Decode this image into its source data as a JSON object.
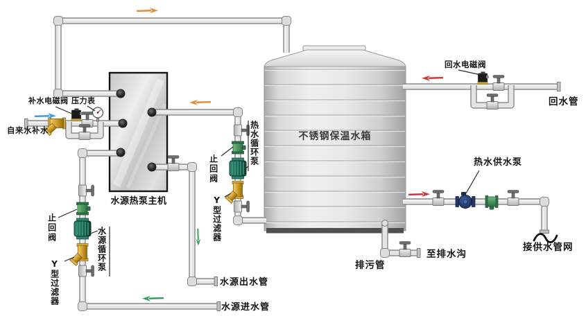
{
  "diagram": {
    "equipment": {
      "heat_pump_label": "水源热泵主机",
      "tank_label": "不锈钢保温水箱"
    },
    "labels": {
      "makeup_solenoid": "补水电磁阀",
      "pressure_gauge": "压力表",
      "tap_water": "自来水补水",
      "check_valve_left": "止回阀",
      "source_circulation_pump": "水源循环泵",
      "y_filter_left": "Y型过滤器",
      "check_valve_mid": "止回阀",
      "hot_water_circulation_pump": "热水循环泵",
      "y_filter_mid": "Y型过滤器",
      "return_solenoid": "回水电磁阀",
      "return_pipe": "回水管",
      "hot_water_supply_pump": "热水供水泵",
      "supply_network": "接供水管网",
      "to_drain_ditch": "至排水沟",
      "blowdown_pipe": "排污管",
      "source_outlet_pipe": "水源出水管",
      "source_inlet_pipe": "水源进水管"
    },
    "colors": {
      "pipe": "#e4e4e4",
      "pipe_edge": "#8d8d8d",
      "brass": "#cf9d2a",
      "valve_green": "#4c9660",
      "pump_teal": "#1d6553",
      "pump_blue": "#24407a",
      "arrow_orange": "#e09035",
      "arrow_blue": "#3f9fd8",
      "arrow_red": "#c63a3a",
      "arrow_green": "#2fa45e"
    }
  }
}
